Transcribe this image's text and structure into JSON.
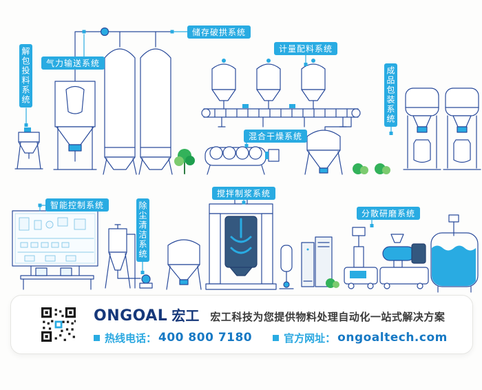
{
  "colors": {
    "accent_cyan": "#29abe2",
    "line_blue": "#2a4b9b",
    "deep_blue": "#1779c4",
    "navy": "#16387a",
    "green": "#33b25a"
  },
  "system_labels": {
    "unpack_feeding": "解包投料系统",
    "pneumatic_conveying": "气力输送系统",
    "storage_arch_breaking": "储存破拱系统",
    "metering_batching": "计量配料系统",
    "finished_packaging": "成品包装系统",
    "mixing_drying": "混合干燥系统",
    "intelligent_control": "智能控制系统",
    "dust_cleaning": "除尘清洁系统",
    "stirring_pulping": "搅拌制浆系统",
    "dispersing_grinding": "分散研磨系统"
  },
  "footer": {
    "logo_en": "ONGOAL",
    "logo_cn": "宏工",
    "slogan": "宏工科技为您提供物料处理自动化一站式解决方案",
    "hotline_label": "热线电话：",
    "hotline_number": "400 800 7180",
    "website_label": "官方网址：",
    "website_url": "ongoaltech.com"
  }
}
